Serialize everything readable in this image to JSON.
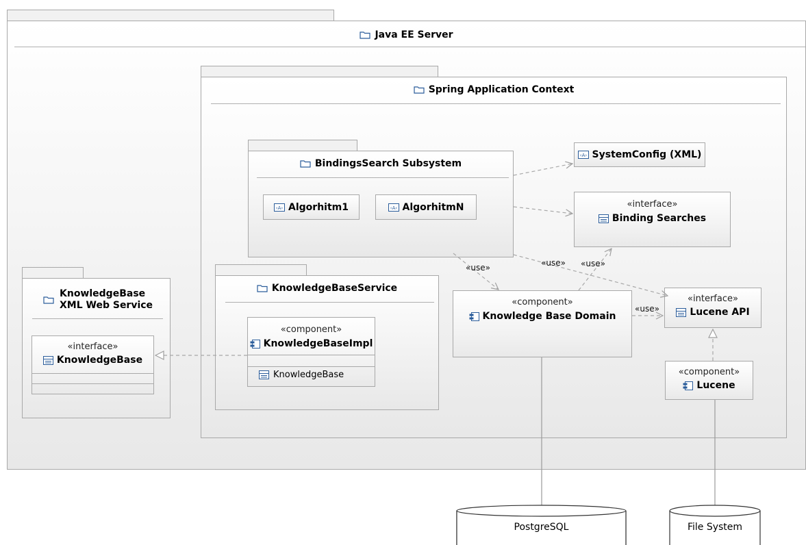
{
  "packages": {
    "java_ee_server": {
      "title": "Java EE Server"
    },
    "spring_context": {
      "title": "Spring Application Context"
    },
    "bindings_search": {
      "title": "BindingsSearch Subsystem"
    },
    "kb_service": {
      "title": "KnowledgeBaseService"
    },
    "kb_web_service": {
      "title_line1": "KnowledgeBase",
      "title_line2": "XML Web Service"
    }
  },
  "elements": {
    "algorithm1": {
      "label": "Algorhitm1"
    },
    "algorithmN": {
      "label": "AlgorhitmN"
    },
    "system_config": {
      "label": "SystemConfig (XML)"
    },
    "binding_searches": {
      "stereotype": "«interface»",
      "label": "Binding Searches"
    },
    "kb_impl": {
      "stereotype": "«component»",
      "label": "KnowledgeBaseImpl",
      "port": "KnowledgeBase"
    },
    "kb_interface": {
      "stereotype": "«interface»",
      "label": "KnowledgeBase"
    },
    "kb_domain": {
      "stereotype": "«component»",
      "label": "Knowledge Base Domain"
    },
    "lucene_api": {
      "stereotype": "«interface»",
      "label": "Lucene API"
    },
    "lucene": {
      "stereotype": "«component»",
      "label": "Lucene"
    },
    "postgresql": {
      "label": "PostgreSQL"
    },
    "file_system": {
      "label": "File System"
    }
  },
  "relations": {
    "use_label": "«use»"
  },
  "icons": [
    "folder-icon",
    "artifact-icon",
    "interface-icon",
    "component-icon"
  ]
}
